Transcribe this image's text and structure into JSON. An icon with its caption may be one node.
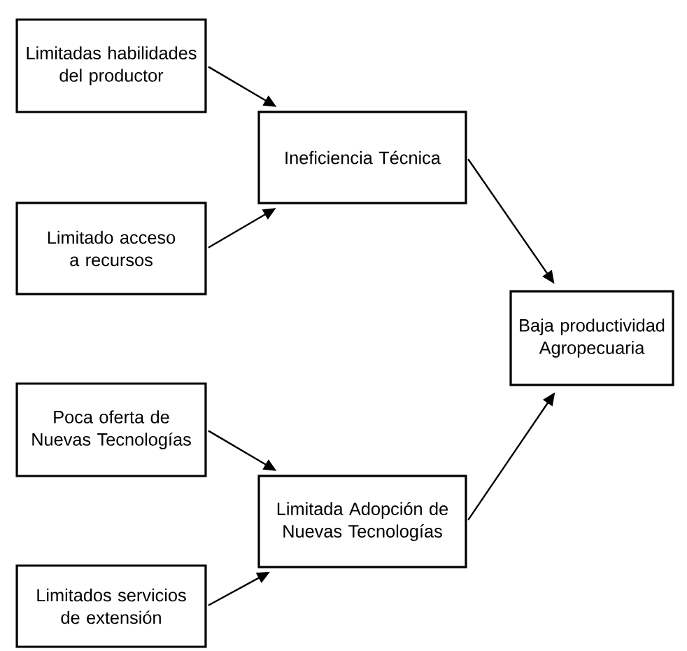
{
  "diagram": {
    "nodes": [
      {
        "text": [
          "Limitadas habilidades del productor"
        ]
      },
      {
        "text": [
          "Ineficiencia Técnica"
        ]
      },
      {
        "text": [
          "Limitado acceso a recursos"
        ]
      },
      {
        "text": [
          "Baja productividad Agropecuaria"
        ]
      },
      {
        "text": [
          "Poca oferta de Nuevas Tecnologías"
        ]
      },
      {
        "text": [
          "Limitada Adopción de Nuevas Tecnologías"
        ]
      },
      {
        "text": [
          "Limitados servicios de extensión"
        ]
      }
    ],
    "edges": [
      {
        "from": 0,
        "to": 1,
        "arrow": "to"
      },
      {
        "from": 2,
        "to": 1,
        "arrow": "to"
      },
      {
        "from": 1,
        "to": 3,
        "arrow": "to"
      },
      {
        "from": 4,
        "to": 5,
        "arrow": "to"
      },
      {
        "from": 6,
        "to": 5,
        "arrow": "to"
      },
      {
        "from": 5,
        "to": 3,
        "arrow": "to"
      }
    ]
  }
}
